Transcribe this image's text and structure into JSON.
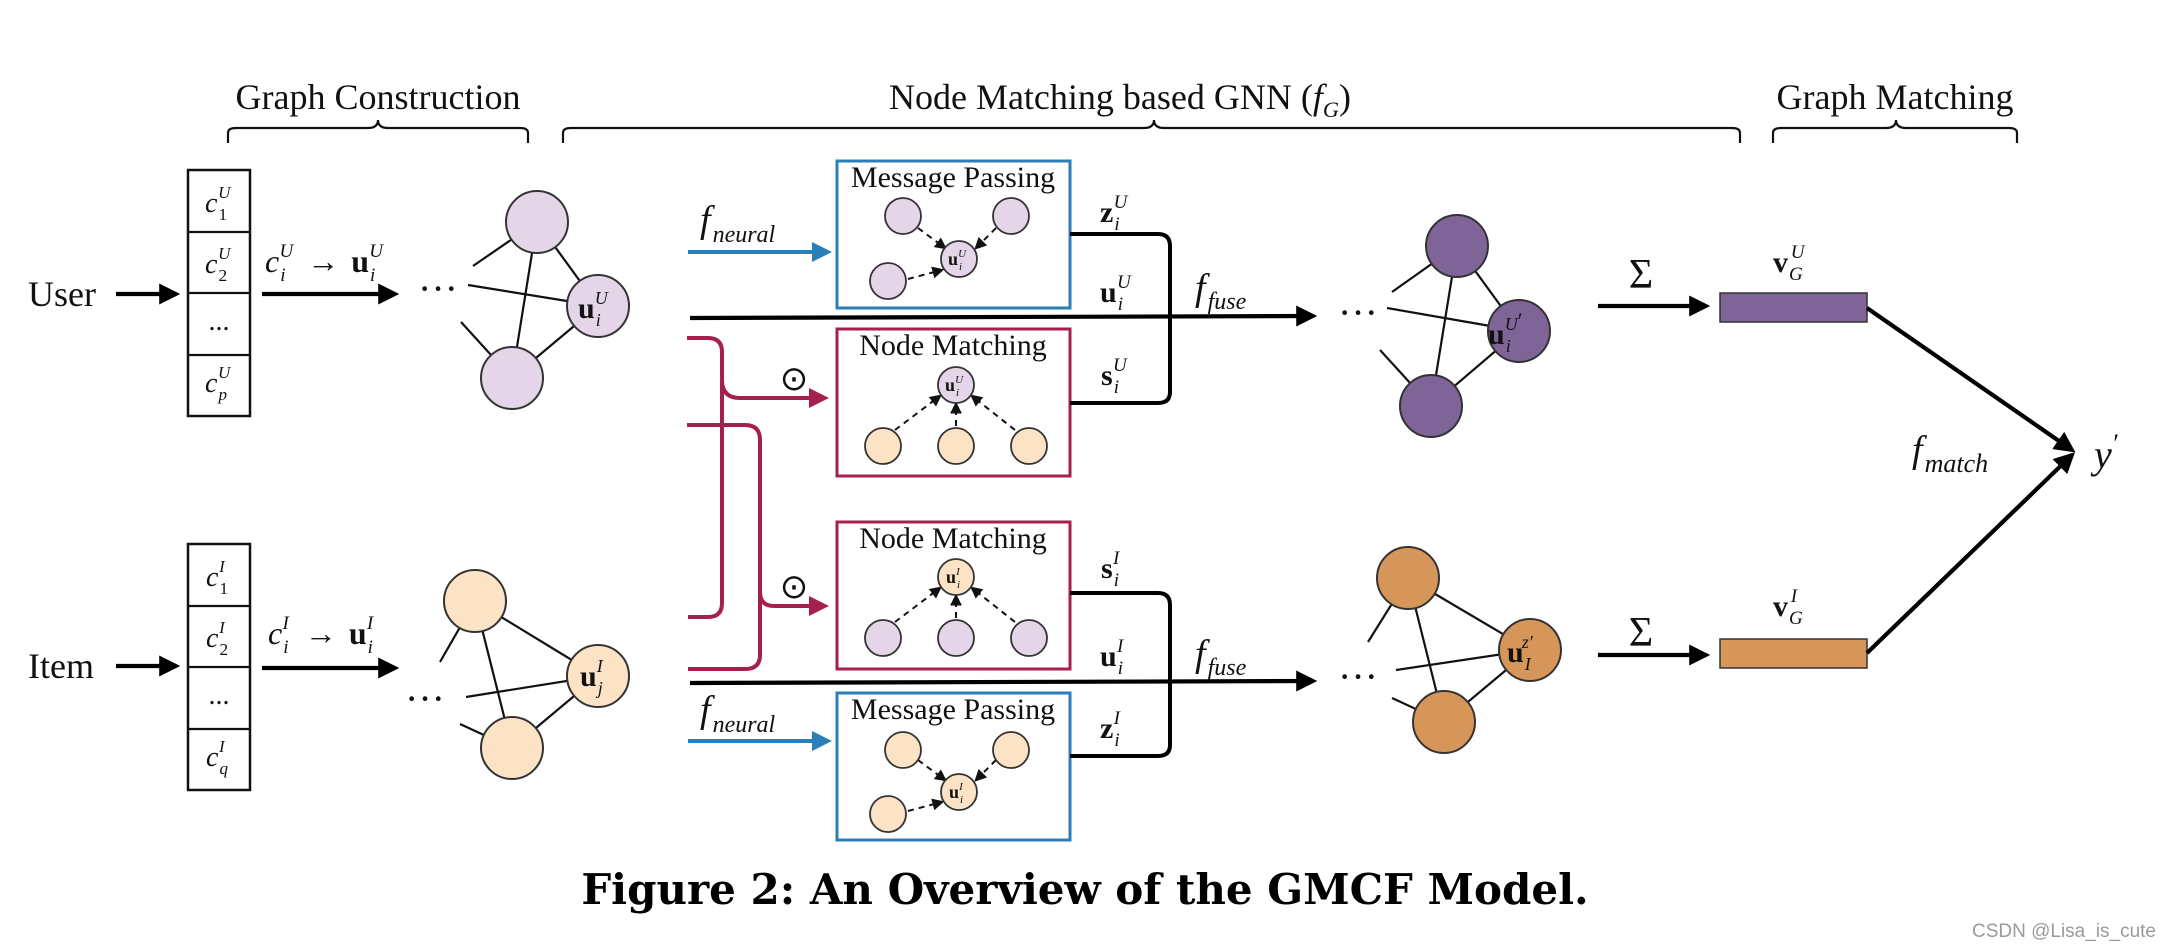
{
  "headers": {
    "graph_construction": "Graph Construction",
    "gnn": "Node Matching based GNN (",
    "gnn_f": "f",
    "gnn_sub": "G",
    "gnn_close": ")",
    "graph_matching": "Graph Matching"
  },
  "inputs": {
    "user": "User",
    "item": "Item",
    "ellipsis": "···",
    "dots": "...",
    "user_attrs": [
      {
        "base": "c",
        "sub": "1",
        "sup": "U"
      },
      {
        "base": "c",
        "sub": "2",
        "sup": "U"
      },
      {
        "base": "...",
        "sub": "",
        "sup": ""
      },
      {
        "base": "c",
        "sub": "p",
        "sup": "U"
      }
    ],
    "item_attrs": [
      {
        "base": "c",
        "sub": "1",
        "sup": "I"
      },
      {
        "base": "c",
        "sub": "2",
        "sup": "I"
      },
      {
        "base": "...",
        "sub": "",
        "sup": ""
      },
      {
        "base": "c",
        "sub": "q",
        "sup": "I"
      }
    ]
  },
  "math": {
    "c": "c",
    "u": "u",
    "z": "z",
    "s": "s",
    "v": "v",
    "f": "f",
    "y": "y",
    "U": "U",
    "I": "I",
    "i": "i",
    "j": "j",
    "G": "G",
    "arrow": "→",
    "prime": "′",
    "zprime": "z′",
    "odot": "⊙",
    "sigma": "Σ",
    "neural": "neural",
    "fuse": "fuse",
    "match": "match"
  },
  "boxes": {
    "message_passing": "Message Passing",
    "node_matching": "Node Matching"
  },
  "caption": "Figure 2: An Overview of the GMCF Model.",
  "watermark": "CSDN @Lisa_is_cute",
  "colors": {
    "user_light": "#e4d6e8",
    "user_dark": "#7f6498",
    "item_light": "#fde3c6",
    "item_dark": "#d6965a",
    "mp_border": "#2a7fb8",
    "nm_border": "#a6204f",
    "blue_arrow": "#2a7fb8",
    "magenta_arrow": "#a6204f"
  }
}
